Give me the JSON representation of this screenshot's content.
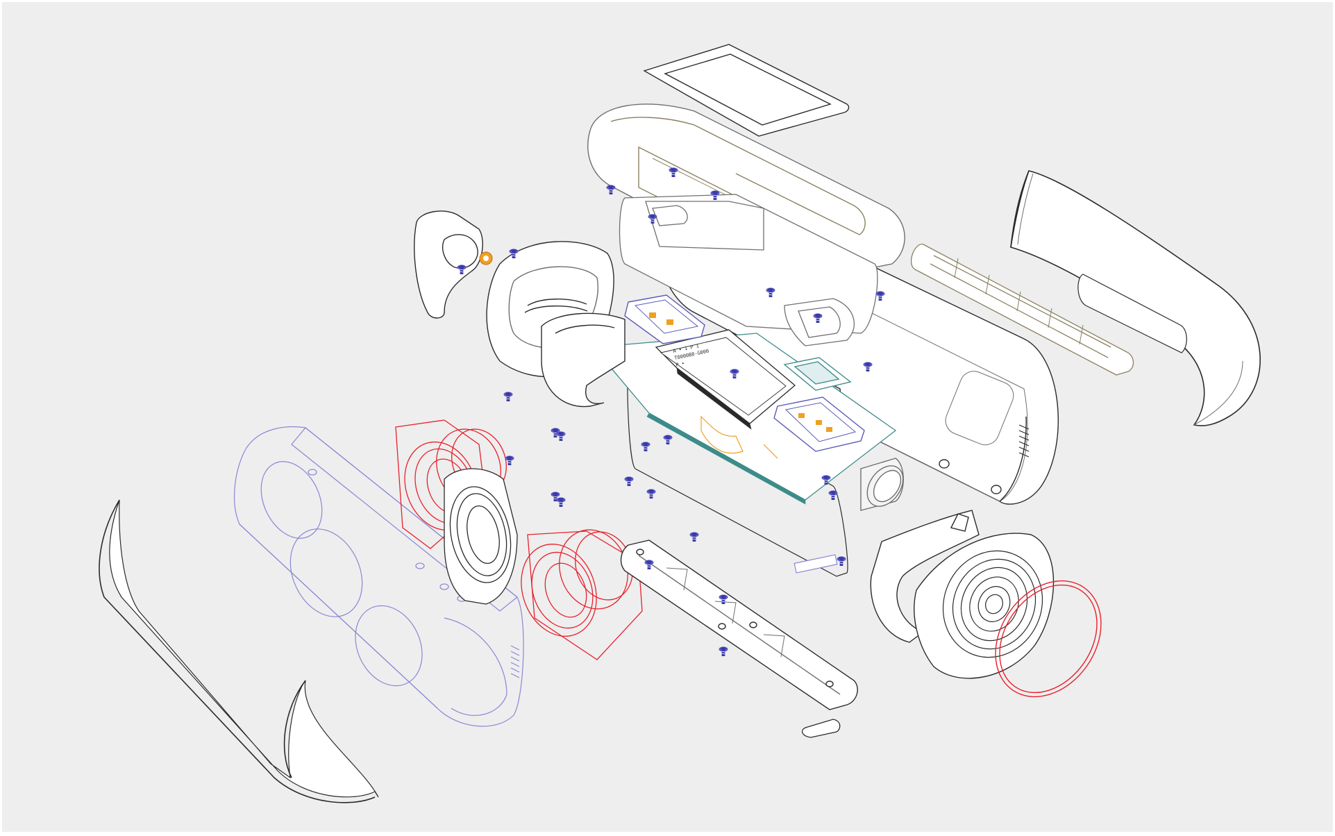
{
  "diagram": {
    "kind": "exploded-view-line-drawing",
    "background_color": "#eeeeee",
    "frame_color": "#ffffff",
    "colors": {
      "outline": "#2a2a2a",
      "light_outline": "#6f6f6f",
      "handle_outline": "#8a8060",
      "grille_outline": "#8f8f8f",
      "frame_blue": "#8a86d6",
      "speaker_red": "#e8202a",
      "screw_blue": "#3a3aa8",
      "pcb_teal": "#3c8c8a",
      "flex_orange": "#f0a020",
      "cylinder_fill": "#f4f4f4"
    },
    "icons": {
      "screw": "screw-icon",
      "speaker": "speaker-driver-icon",
      "gear": "gear-knob-icon"
    },
    "pcb_text": {
      "line1": "A • 1 P 1",
      "line2": "T8000B8-G000",
      "line3": "P •"
    }
  }
}
